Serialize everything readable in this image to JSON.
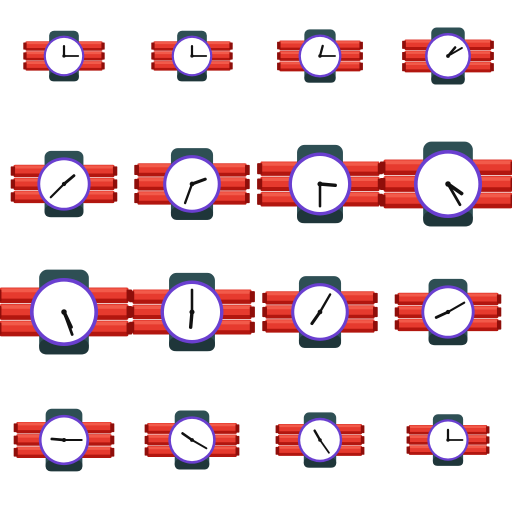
{
  "sheet": {
    "columns": 4,
    "rows": 4,
    "frame_count": 16,
    "background": "#ffffff"
  },
  "colors": {
    "stick_top": "#f25a4a",
    "stick_mid": "#e63a2e",
    "stick_shadow": "#b2160f",
    "stick_edge": "#8f0e0a",
    "strap": "#2e4f54",
    "strap_dark": "#1f363a",
    "clock_ring": "#6a3fd0",
    "clock_face": "#ffffff",
    "hands": "#111111"
  },
  "icons": {
    "frame": "dynamite-timer-bomb-icon"
  },
  "frames": [
    {
      "scale": 0.55,
      "hour_deg": 0,
      "minute_deg": 90
    },
    {
      "scale": 0.55,
      "hour_deg": 0,
      "minute_deg": 90
    },
    {
      "scale": 0.58,
      "hour_deg": 15,
      "minute_deg": 90
    },
    {
      "scale": 0.62,
      "hour_deg": 40,
      "minute_deg": 60
    },
    {
      "scale": 0.72,
      "hour_deg": 50,
      "minute_deg": 225
    },
    {
      "scale": 0.78,
      "hour_deg": 70,
      "minute_deg": 200
    },
    {
      "scale": 0.85,
      "hour_deg": 95,
      "minute_deg": 180
    },
    {
      "scale": 0.92,
      "hour_deg": 125,
      "minute_deg": 150
    },
    {
      "scale": 0.92,
      "hour_deg": 155,
      "minute_deg": 160
    },
    {
      "scale": 0.85,
      "hour_deg": 185,
      "minute_deg": 0
    },
    {
      "scale": 0.78,
      "hour_deg": 215,
      "minute_deg": 30
    },
    {
      "scale": 0.72,
      "hour_deg": 245,
      "minute_deg": 60
    },
    {
      "scale": 0.68,
      "hour_deg": 275,
      "minute_deg": 90
    },
    {
      "scale": 0.64,
      "hour_deg": 305,
      "minute_deg": 120
    },
    {
      "scale": 0.6,
      "hour_deg": 330,
      "minute_deg": 145
    },
    {
      "scale": 0.56,
      "hour_deg": 0,
      "minute_deg": 90
    }
  ]
}
